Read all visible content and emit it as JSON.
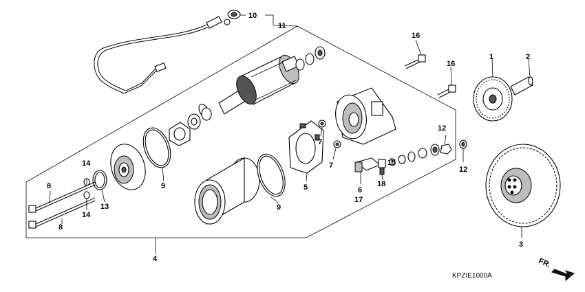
{
  "diagram": {
    "drawing_code": "KPZIE1000A",
    "direction_mark": "FR.",
    "callouts": {
      "c1": "1",
      "c2": "2",
      "c3": "3",
      "c4": "4",
      "c5": "5",
      "c6": "6",
      "c7a": "7",
      "c7b": "7",
      "c8a": "8",
      "c8b": "8",
      "c9a": "9",
      "c9b": "9",
      "c10": "10",
      "c11": "11",
      "c12a": "12",
      "c12b": "12",
      "c13": "13",
      "c14a": "14",
      "c14b": "14",
      "c15": "15",
      "c16a": "16",
      "c16b": "16",
      "c17": "17",
      "c18": "18"
    }
  }
}
